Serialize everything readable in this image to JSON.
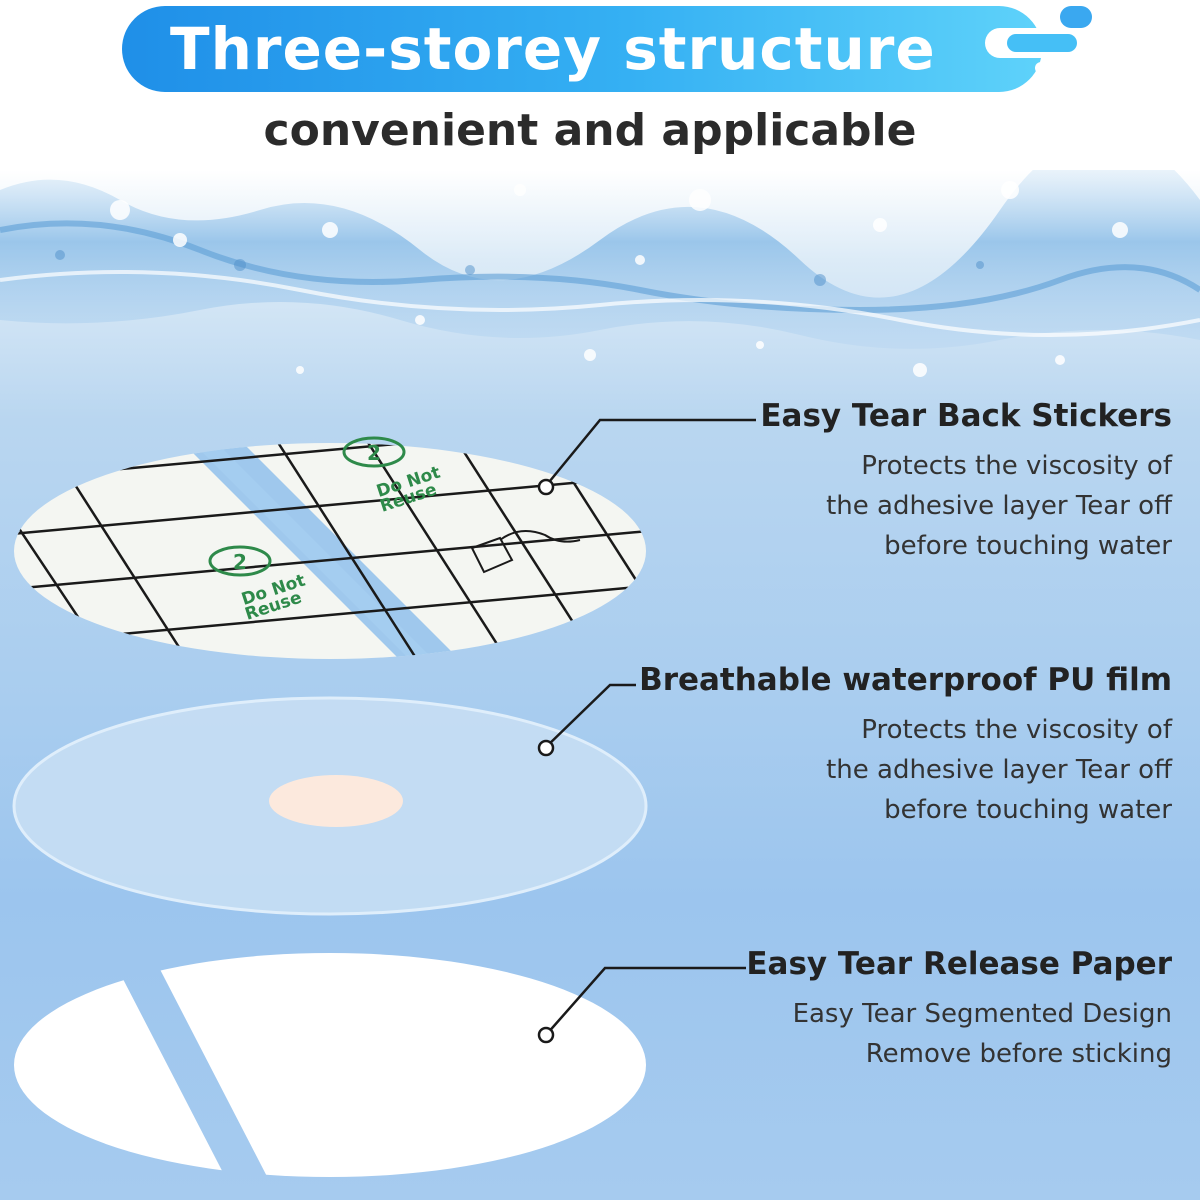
{
  "header": {
    "title": "Three-storey structure",
    "subtitle": "convenient and applicable"
  },
  "layers": [
    {
      "title": "Easy Tear Back Stickers",
      "lines": [
        "Protects the viscosity of",
        "the adhesive layer Tear off",
        "before touching water"
      ]
    },
    {
      "title": "Breathable waterproof PU film",
      "lines": [
        "Protects the viscosity of",
        "the adhesive layer Tear off",
        "before touching water"
      ]
    },
    {
      "title": "Easy Tear Release Paper",
      "lines": [
        "Easy Tear Segmented Design",
        "Remove before sticking"
      ]
    }
  ],
  "sticker": {
    "badge_number": "2",
    "text_line1": "Do Not",
    "text_line2": "Reuse"
  },
  "colors": {
    "banner_start": "#1f8fe8",
    "banner_end": "#5ed2fa",
    "stripe_blue": "#8fc0ec",
    "badge_green": "#2e8a4a"
  }
}
